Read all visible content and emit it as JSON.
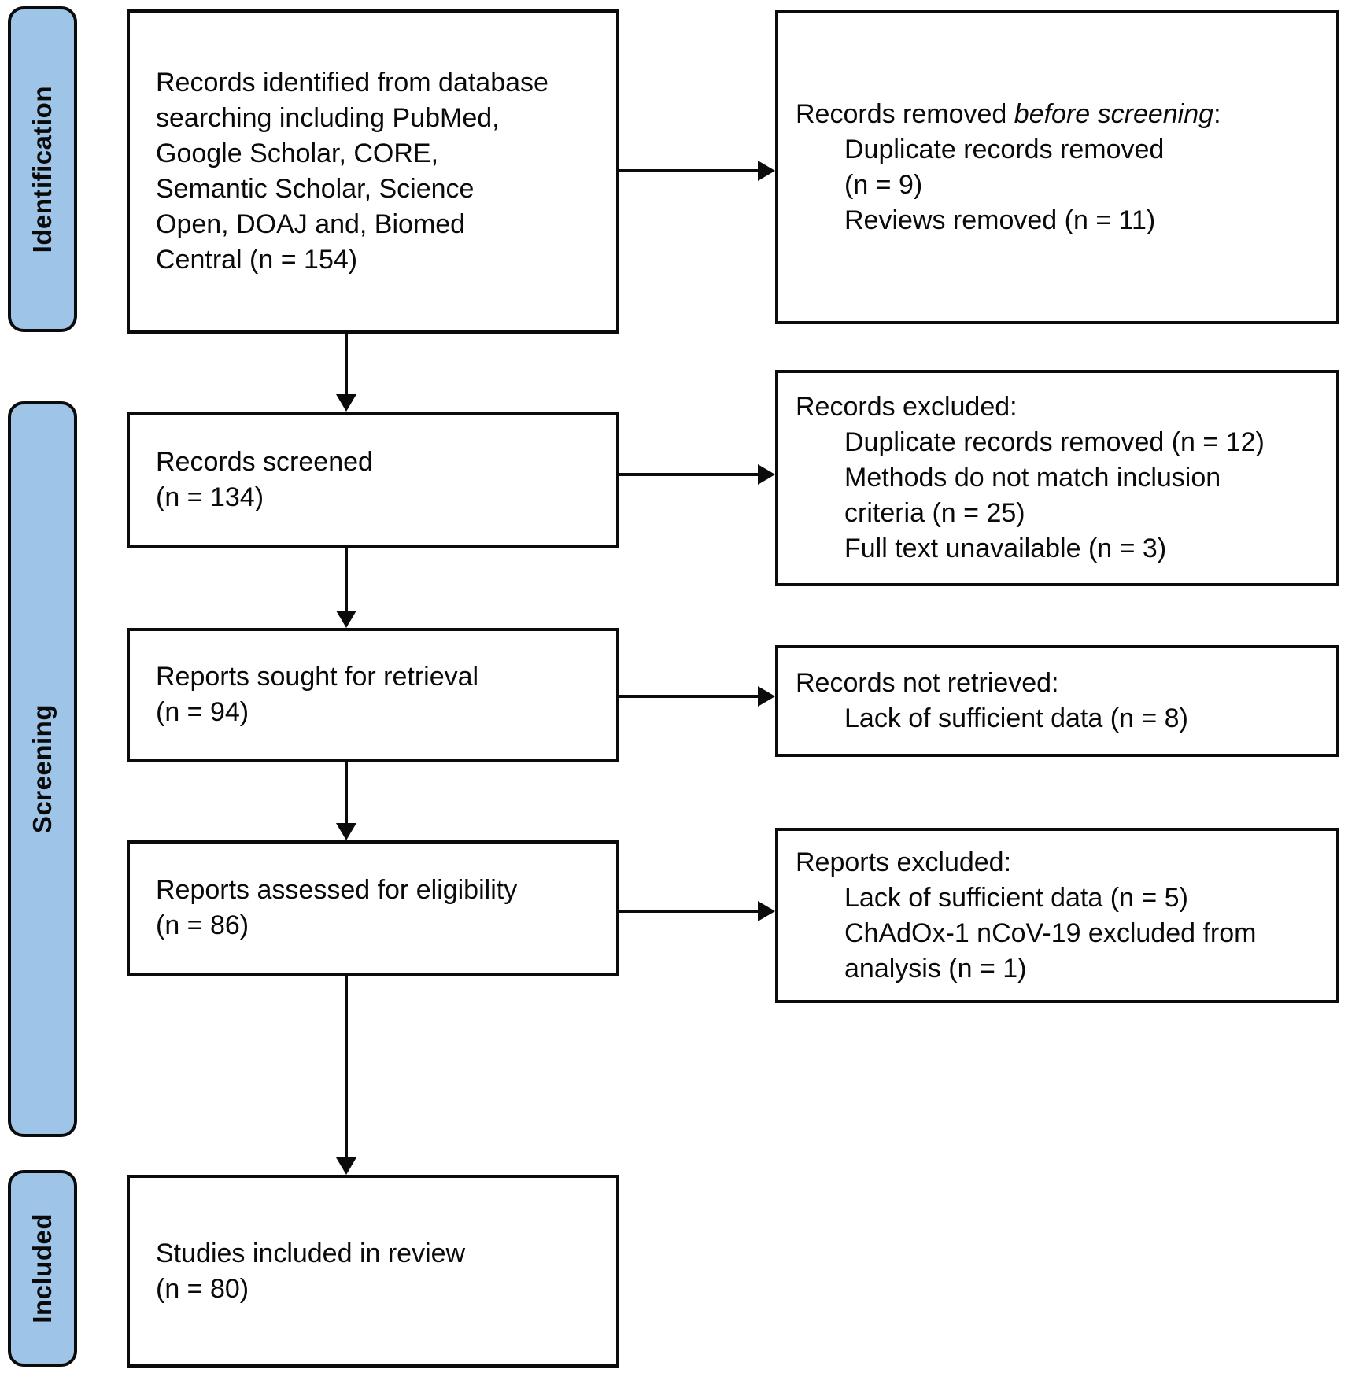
{
  "colors": {
    "stage_fill": "#9EC4E8",
    "line_color": "#0b0b0b",
    "background": "#ffffff"
  },
  "stages": [
    {
      "label": "Identification"
    },
    {
      "label": "Screening"
    },
    {
      "label": "Included"
    }
  ],
  "left_boxes": [
    {
      "lines": [
        "Records identified from database",
        "searching including PubMed,",
        "Google Scholar, CORE,",
        "Semantic Scholar, Science",
        "Open, DOAJ and, Biomed",
        "Central (n = 154)"
      ]
    },
    {
      "lines": [
        "Records screened",
        "(n = 134)"
      ]
    },
    {
      "lines": [
        "Reports sought for retrieval",
        "(n = 94)"
      ]
    },
    {
      "lines": [
        "Reports assessed for eligibility",
        "(n = 86)"
      ]
    },
    {
      "lines": [
        "Studies included in review",
        "(n = 80)"
      ]
    }
  ],
  "right_boxes": [
    {
      "title_prefix": "Records removed ",
      "title_italic": "before screening",
      "title_suffix": ":",
      "items": [
        "Duplicate records removed",
        "(n = 9)",
        "Reviews removed (n = 11)"
      ]
    },
    {
      "title": "Records excluded:",
      "items": [
        "Duplicate records removed (n = 12)",
        "Methods do not match inclusion",
        "criteria (n = 25)",
        "Full text unavailable (n = 3)"
      ]
    },
    {
      "title": "Records not retrieved:",
      "items": [
        "Lack of sufficient data (n = 8)"
      ]
    },
    {
      "title": "Reports excluded:",
      "items": [
        "Lack of sufficient data (n = 5)",
        "ChAdOx-1 nCoV-19 excluded from",
        "analysis (n = 1)"
      ]
    }
  ]
}
